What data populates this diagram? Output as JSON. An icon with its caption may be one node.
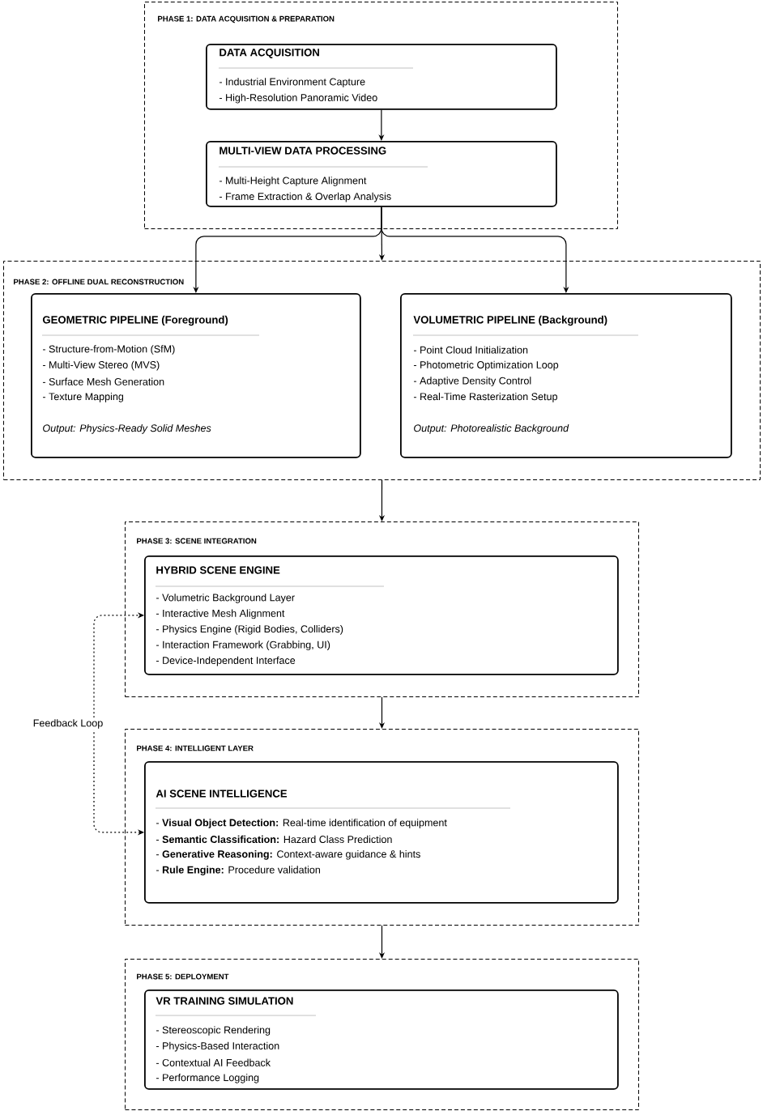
{
  "diagram": {
    "nodes": [
      {
        "text": [
          "PHASE 1: DATA ACQUISITION & PREPARATION"
        ]
      },
      {
        "text": [
          "DATA ACQUISITION",
          "- Industrial Environment Capture",
          "- High-Resolution Panoramic Video"
        ],
        "in": 0
      },
      {
        "text": [
          "MULTI-VIEW DATA PROCESSING",
          "- Multi-Height Capture Alignment",
          "- Frame Extraction & Overlap Analysis"
        ],
        "in": 0
      },
      {
        "text": [
          "PHASE 2: OFFLINE DUAL RECONSTRUCTION"
        ]
      },
      {
        "text": [
          "GEOMETRIC PIPELINE (Foreground)",
          "- Structure-from-Motion (SfM)",
          "- Multi-View Stereo (MVS)",
          "- Surface Mesh Generation",
          "- Texture Mapping",
          "Output: Physics-Ready Solid Meshes"
        ],
        "in": 3
      },
      {
        "text": [
          "VOLUMETRIC PIPELINE (Background)",
          "- Point Cloud Initialization",
          "- Photometric Optimization Loop",
          "- Adaptive Density Control",
          "- Real-Time Rasterization Setup",
          "Output: Photorealistic Background"
        ],
        "in": 3
      },
      {
        "text": [
          "PHASE 3: SCENE INTEGRATION"
        ]
      },
      {
        "text": [
          "HYBRID SCENE ENGINE",
          "- Volumetric Background Layer",
          "- Interactive Mesh Alignment",
          "- Physics Engine (Rigid Bodies, Colliders)",
          "- Interaction Framework (Grabbing, UI)",
          "- Device-Independent Interface"
        ],
        "in": 6
      },
      {
        "text": [
          "PHASE 4: INTELLIGENT LAYER"
        ]
      },
      {
        "text": [
          "AI SCENE INTELLIGENCE",
          "- **Visual Object Detection:** Real-time identification of equipment",
          "- **Semantic Classification:** Hazard Class Prediction",
          "- **Generative Reasoning:** Context-aware guidance & hints",
          "- **Rule Engine:** Procedure validation"
        ],
        "in": 8
      },
      {
        "text": [
          "PHASE 5: DEPLOYMENT"
        ]
      },
      {
        "text": [
          "VR TRAINING SIMULATION",
          "- Stereoscopic Rendering",
          "- Physics-Based Interaction",
          "- Contextual AI Feedback",
          "- Performance Logging"
        ],
        "in": 10
      }
    ],
    "edges": [
      {
        "from": 1,
        "to": 2,
        "arrow": "to"
      },
      {
        "from": 2,
        "to": 4,
        "arrow": "to"
      },
      {
        "from": 2,
        "to": 5,
        "arrow": "to"
      },
      {
        "from": 2,
        "to": 3,
        "arrow": "to"
      },
      {
        "from": 3,
        "to": 6,
        "arrow": "to"
      },
      {
        "from": 6,
        "to": 8,
        "arrow": "to"
      },
      {
        "from": 8,
        "to": 10,
        "arrow": "to"
      },
      {
        "from": 9,
        "to": 7,
        "arrow": "both",
        "style": "dashed",
        "label": "Feedback Loop"
      }
    ]
  }
}
